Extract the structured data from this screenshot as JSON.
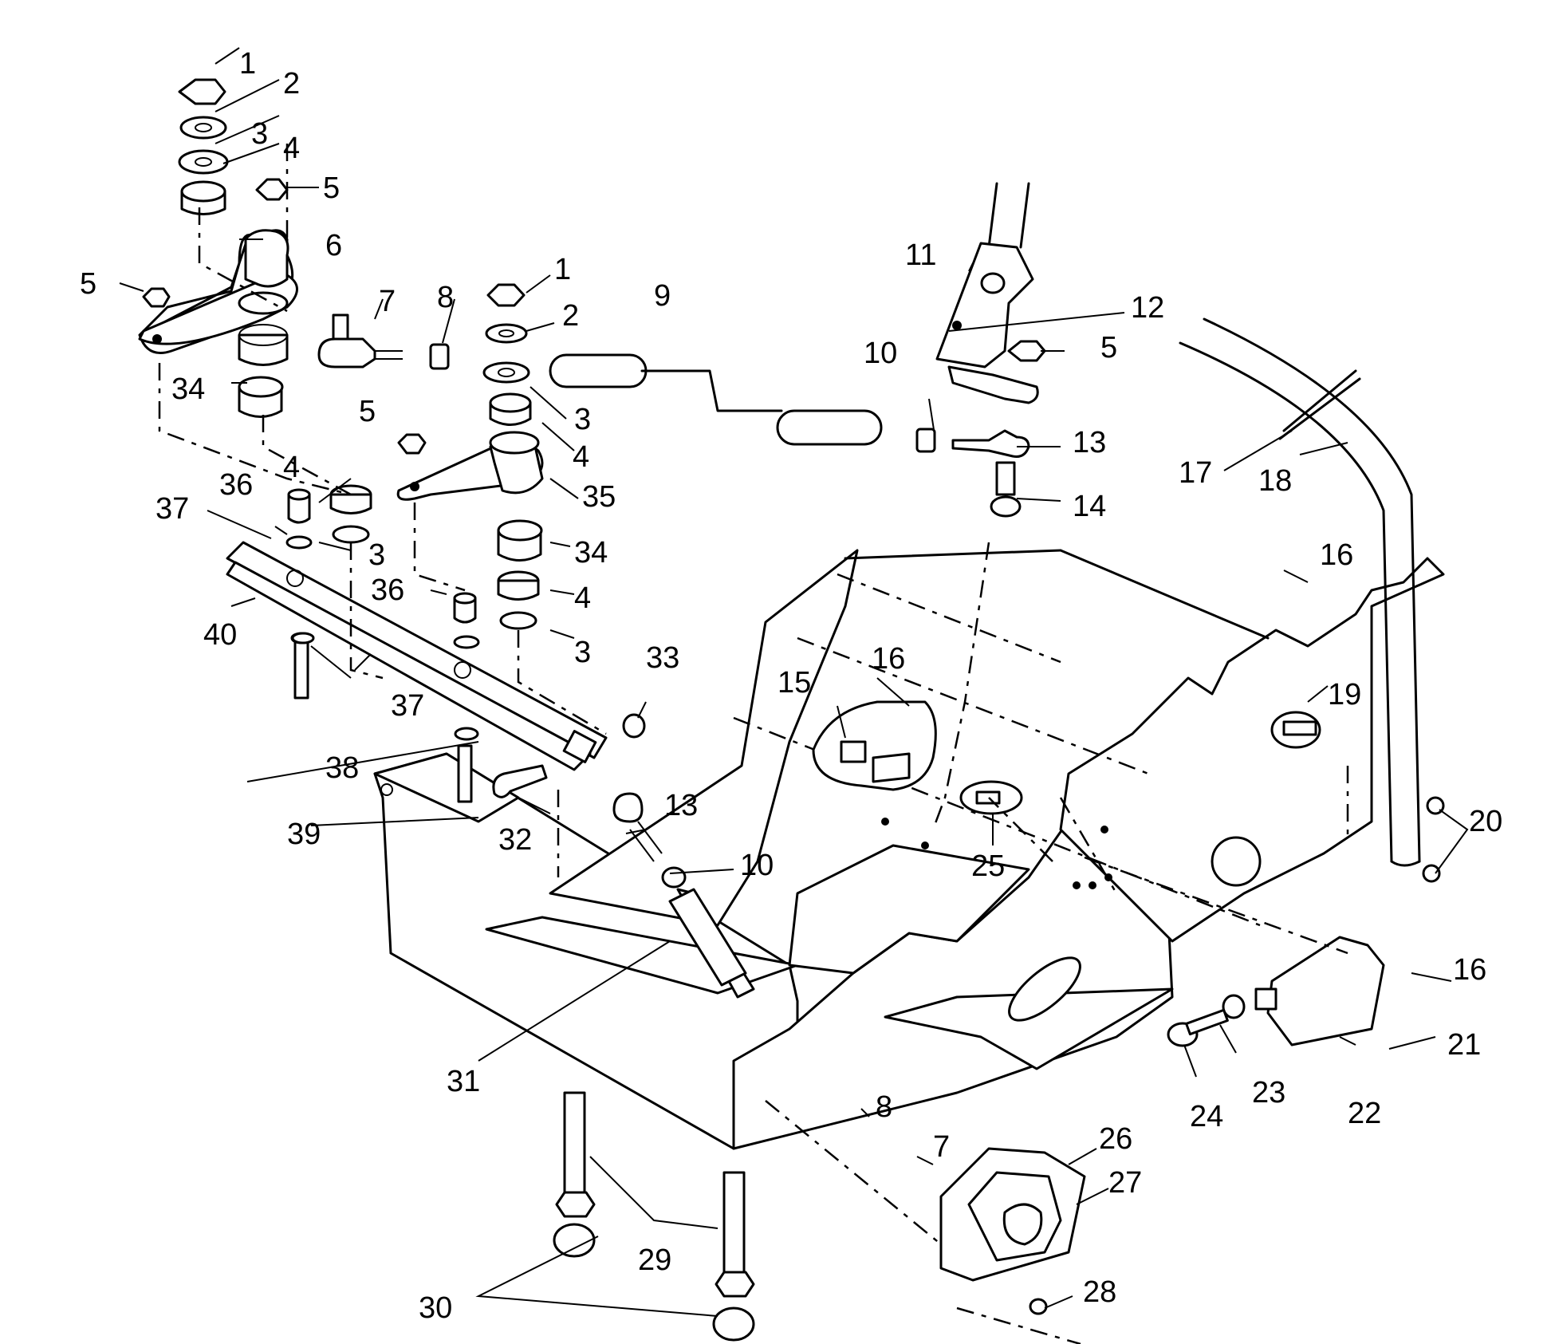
{
  "callouts": [
    {
      "text": "1"
    },
    {
      "text": "2"
    },
    {
      "text": "3"
    },
    {
      "text": "4"
    },
    {
      "text": "5"
    },
    {
      "text": "6"
    },
    {
      "text": "5"
    },
    {
      "text": "7"
    },
    {
      "text": "8"
    },
    {
      "text": "1"
    },
    {
      "text": "9"
    },
    {
      "text": "2"
    },
    {
      "text": "3"
    },
    {
      "text": "4"
    },
    {
      "text": "35"
    },
    {
      "text": "34"
    },
    {
      "text": "4"
    },
    {
      "text": "3"
    },
    {
      "text": "5"
    },
    {
      "text": "34"
    },
    {
      "text": "36"
    },
    {
      "text": "4"
    },
    {
      "text": "37"
    },
    {
      "text": "3"
    },
    {
      "text": "36"
    },
    {
      "text": "40"
    },
    {
      "text": "37"
    },
    {
      "text": "38"
    },
    {
      "text": "39"
    },
    {
      "text": "32"
    },
    {
      "text": "33"
    },
    {
      "text": "13"
    },
    {
      "text": "10"
    },
    {
      "text": "31"
    },
    {
      "text": "11"
    },
    {
      "text": "12"
    },
    {
      "text": "5"
    },
    {
      "text": "10"
    },
    {
      "text": "13"
    },
    {
      "text": "14"
    },
    {
      "text": "17"
    },
    {
      "text": "18"
    },
    {
      "text": "16"
    },
    {
      "text": "15"
    },
    {
      "text": "16"
    },
    {
      "text": "19"
    },
    {
      "text": "20"
    },
    {
      "text": "25"
    },
    {
      "text": "16"
    },
    {
      "text": "21"
    },
    {
      "text": "22"
    },
    {
      "text": "23"
    },
    {
      "text": "24"
    },
    {
      "text": "8"
    },
    {
      "text": "7"
    },
    {
      "text": "26"
    },
    {
      "text": "27"
    },
    {
      "text": "28"
    },
    {
      "text": "29"
    },
    {
      "text": "30"
    }
  ]
}
